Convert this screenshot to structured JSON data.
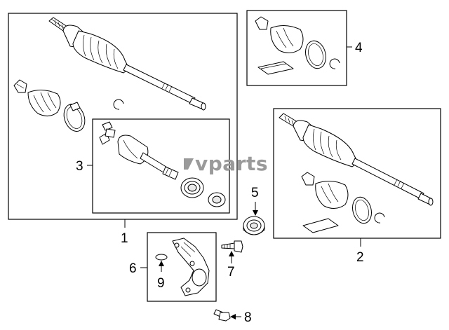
{
  "diagram": {
    "callouts": {
      "c1": "1",
      "c2": "2",
      "c3": "3",
      "c4": "4",
      "c5": "5",
      "c6": "6",
      "c7": "7",
      "c8": "8",
      "c9": "9"
    },
    "watermark": "vparts",
    "colors": {
      "line": "#000000",
      "watermark": "#9a9a9a",
      "background": "#ffffff"
    }
  }
}
